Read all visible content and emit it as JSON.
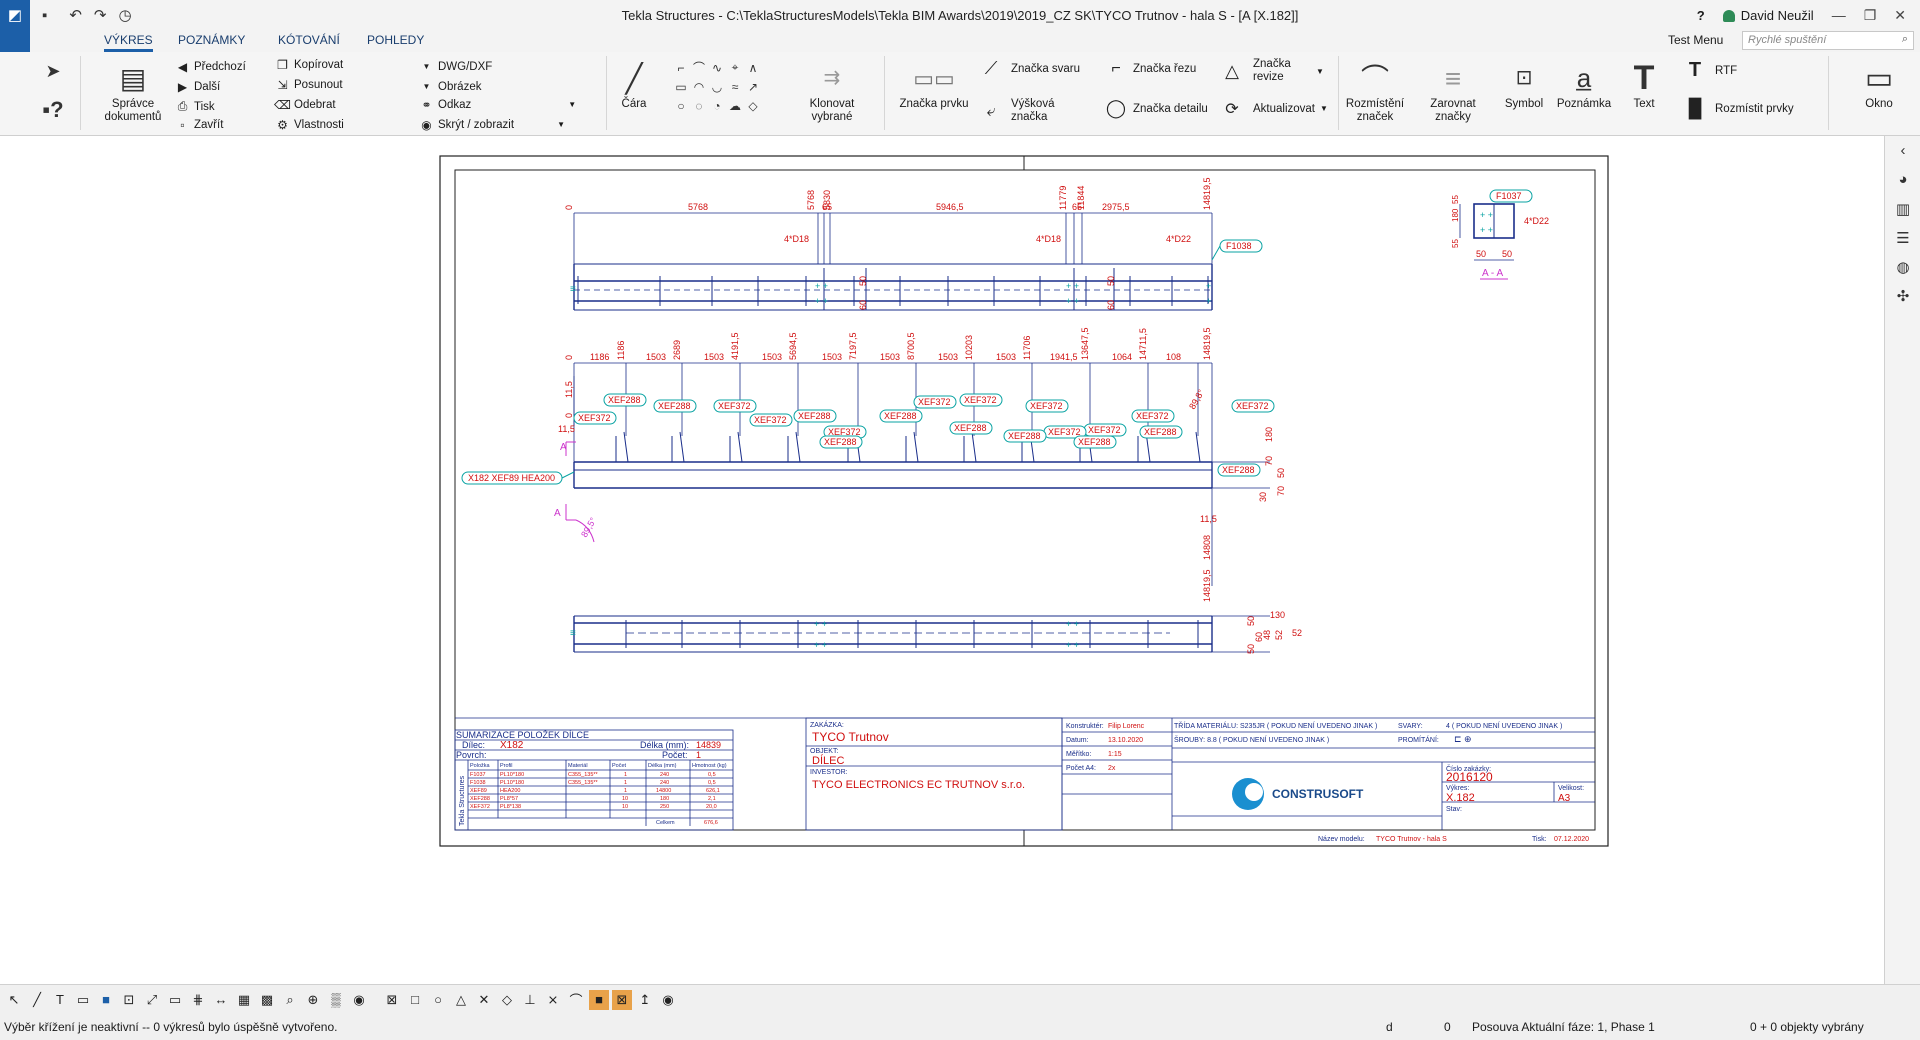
{
  "titlebar": {
    "title": "Tekla Structures - C:\\TeklaStructuresModels\\Tekla BIM Awards\\2019\\2019_CZ SK\\TYCO Trutnov - hala S  - [A   [X.182]]",
    "user": "David Neužil",
    "help": "?",
    "minimize": "—",
    "restore": "❐",
    "close": "✕"
  },
  "tabs": [
    {
      "label": "VÝKRES",
      "active": true
    },
    {
      "label": "POZNÁMKY",
      "active": false
    },
    {
      "label": "KÓTOVÁNÍ",
      "active": false
    },
    {
      "label": "POHLEDY",
      "active": false
    }
  ],
  "test_menu": "Test Menu",
  "quick_search_placeholder": "Rychlé spuštění",
  "ribbon": {
    "spravce": "Správce dokumentů",
    "predchozi": "Předchozí",
    "dalsi": "Další",
    "tisk": "Tisk",
    "zavrit": "Zavřít",
    "kopirovat": "Kopírovat",
    "posunout": "Posunout",
    "odebrat": "Odebrat",
    "vlastnosti": "Vlastnosti",
    "dwg": "DWG/DXF",
    "obrazek": "Obrázek",
    "odkaz": "Odkaz",
    "skryt": "Skrýt / zobrazit",
    "cara": "Čára",
    "klonovat": "Klonovat vybrané",
    "znacka_prvku": "Značka prvku",
    "znacka_svaru": "Značka svaru",
    "vyskova": "Výšková značka",
    "znacka_rezu": "Značka řezu",
    "znacka_detailu": "Značka detailu",
    "znacka_revize": "Značka revize",
    "aktualizovat": "Aktualizovat",
    "rozmisteni": "Rozmístění značek",
    "zarovnat": "Zarovnat značky",
    "symbol": "Symbol",
    "poznamka": "Poznámka",
    "text": "Text",
    "rtf": "RTF",
    "rozmistit": "Rozmístit prvky",
    "okno": "Okno"
  },
  "drawing": {
    "view1_dims": [
      "0",
      "5768",
      "5768",
      "65",
      "5830",
      "5946,5",
      "11779",
      "65",
      "11844",
      "2975,5",
      "14819,5"
    ],
    "view1_bolts": [
      "4*D18",
      "4*D18",
      "4*D22"
    ],
    "view1_tag": "F1038",
    "view1_side_dims": [
      "50",
      "60",
      "50",
      "60"
    ],
    "section": {
      "tag": "F1037",
      "bolt": "4*D22",
      "dims_left": [
        "55",
        "180",
        "55"
      ],
      "dims_bottom": [
        "50",
        "50"
      ],
      "label": "A - A"
    },
    "view2_top_dims": [
      "1186",
      "1186",
      "1503",
      "2689",
      "1503",
      "4191,5",
      "1503",
      "5694,5",
      "1503",
      "7197,5",
      "1503",
      "8700,5",
      "1503",
      "10203",
      "1503",
      "11706",
      "1941,5",
      "13647,5",
      "1064",
      "14711,5",
      "108",
      "14819,5"
    ],
    "view2_left_dims": [
      "0",
      "11,5",
      "11,5",
      "0"
    ],
    "view2_tags_upper": [
      "XEF288",
      "XEF288",
      "XEF372",
      "XEF288",
      "XEF372",
      "XEF372",
      "XEF372",
      "XEF288",
      "XEF372",
      "XEF372",
      "XEF372",
      "XEF372",
      "XEF372"
    ],
    "view2_tags_lower": [
      "XEF372",
      "XEF372",
      "XEF288",
      "XEF288",
      "XEF288",
      "XEF288",
      "XEF288",
      "XEF288"
    ],
    "view2_part_tag": "X182 XEF89  HEA200",
    "view2_right_dims": [
      "70",
      "180",
      "50",
      "70",
      "30"
    ],
    "view2_bottom_dims": [
      "11,5",
      "14808",
      "14819,5"
    ],
    "view2_right_tags": [
      "XEF288"
    ],
    "view2_angle": "89,8°",
    "view2_angle2": "89,5°",
    "section_marks": [
      "A",
      "A"
    ],
    "view3_right_dims": [
      "50",
      "130",
      "48",
      "52",
      "60",
      "50",
      "52"
    ]
  },
  "titleblock": {
    "sumarizace": "SUMARIZACE POLOŽEK DÍLCE",
    "dilec_label": "Dílec:",
    "dilec_value": "X182",
    "delka_label": "Délka (mm):",
    "delka_value": "14839",
    "povrch_label": "Povrch:",
    "pocet_label": "Počet:",
    "pocet_value": "1",
    "table_headers": [
      "Položka",
      "Profil",
      "Materiál",
      "Počet",
      "Délka (mm)",
      "Hmotnost (kg)"
    ],
    "table_rows": [
      [
        "F1037",
        "PL10*180",
        "C355_135**",
        "1",
        "240",
        "0,5"
      ],
      [
        "F1038",
        "PL10*180",
        "C355_135**",
        "1",
        "240",
        "0,5"
      ],
      [
        "XEF89",
        "HEA200",
        "",
        "1",
        "14800",
        "626,1"
      ],
      [
        "XEF288",
        "PL8*57",
        "",
        "10",
        "180",
        "2,1"
      ],
      [
        "XEF372",
        "PL8*138",
        "",
        "10",
        "250",
        "20,0"
      ]
    ],
    "celkem": "Celkem",
    "celkem_value": "676,6",
    "zakazka_label": "ZAKÁZKA:",
    "zakazka_value": "TYCO Trutnov",
    "objekt_label": "OBJEKT:",
    "objekt_value": "DÍLEC",
    "investor_label": "INVESTOR:",
    "investor_value": "TYCO ELECTRONICS EC TRUTNOV s.r.o.",
    "konstrukter_label": "Konstruktér:",
    "konstrukter_value": "Filip Lorenc",
    "datum_label": "Datum:",
    "datum_value": "13.10.2020",
    "meritko_label": "Měřítko:",
    "meritko_value": "1:15",
    "pocet_a4_label": "Počet A4:",
    "pocet_a4_value": "2x",
    "trida_label": "TŘÍDA MATERIÁLU: S235JR ( POKUD NENÍ UVEDENO JINAK )",
    "srouby_label": "ŠROUBY: 8.8 ( POKUD NENÍ UVEDENO JINAK )",
    "svary_label": "SVARY:",
    "svary_value": "4 ( POKUD NENÍ UVEDENO JINAK )",
    "promitani": "PROMÍTÁNÍ:",
    "company": "CONSTRUSOFT",
    "cislo_label": "Číslo zakázky:",
    "cislo_value": "2016120",
    "vykres_label": "Výkres:",
    "vykres_value": "X.182",
    "velikost_label": "Velikost:",
    "velikost_value": "A3",
    "stav_label": "Stav:",
    "nazev_label": "Název modelu:",
    "nazev_value": "TYCO Trutnov - hala S",
    "tisk_label": "Tisk:",
    "tisk_value": "07.12.2020",
    "left_strip": "Tekla Structures"
  },
  "status": {
    "message": "Výběr křížení je neaktivní -- 0 výkresů bylo úspěšně vytvořeno.",
    "d": "d",
    "zero": "0",
    "posouva": "Posouva  Aktuální fáze: 1, Phase 1",
    "selected": "0 + 0 objekty vybrány"
  },
  "colors": {
    "accent": "#1c5fa8",
    "dim_red": "#d01010",
    "cyan": "#0aa3a3",
    "magenta": "#cc33cc",
    "navy": "#1a2e8a"
  }
}
